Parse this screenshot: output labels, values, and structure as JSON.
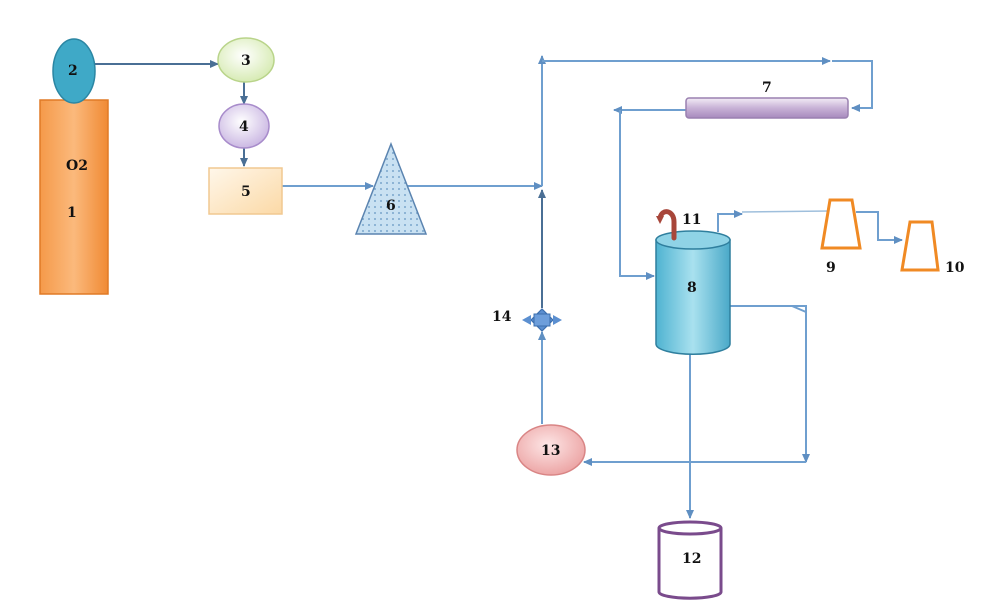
{
  "labels": {
    "o2": "O2",
    "c1": "1",
    "c2": "2",
    "c3": "3",
    "c4": "4",
    "c5": "5",
    "c6": "6",
    "c7": "7",
    "c8": "8",
    "c9": "9",
    "c10": "10",
    "c11": "11",
    "c12": "12",
    "c13": "13",
    "c14": "14"
  },
  "colors": {
    "cylinder": "#f7a45a",
    "cap": "#3fa9c7",
    "pipe": "#6f9fcf",
    "reactor": "#6cc4dc",
    "trap": "#f08a24",
    "vessel": "#7a4b8c",
    "pump": "#f2b0b0"
  }
}
